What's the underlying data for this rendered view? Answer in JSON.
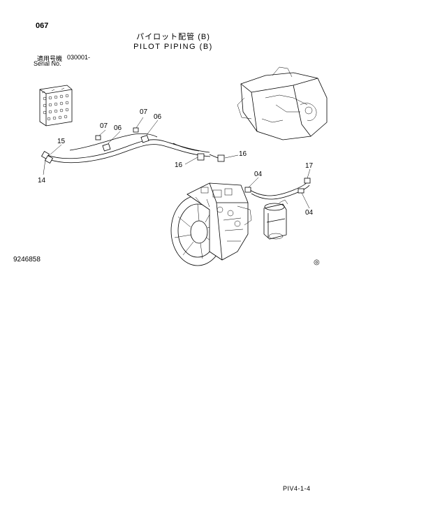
{
  "header": {
    "page_no": "067",
    "title_jp": "パイロット配管 (B)",
    "title_en": "PILOT PIPING (B)",
    "serial_label_jp": "適用号機",
    "serial_range": "030001-",
    "serial_label_en": "Serial No."
  },
  "drawing_no": "9246858",
  "page_code": "PIV4-1-4",
  "callouts": {
    "c07a": "07",
    "c07b": "07",
    "c06a": "06",
    "c06b": "06",
    "c15": "15",
    "c14": "14",
    "c16a": "16",
    "c16b": "16",
    "c04a": "04",
    "c04b": "04",
    "c17": "17"
  },
  "mark": "◎"
}
